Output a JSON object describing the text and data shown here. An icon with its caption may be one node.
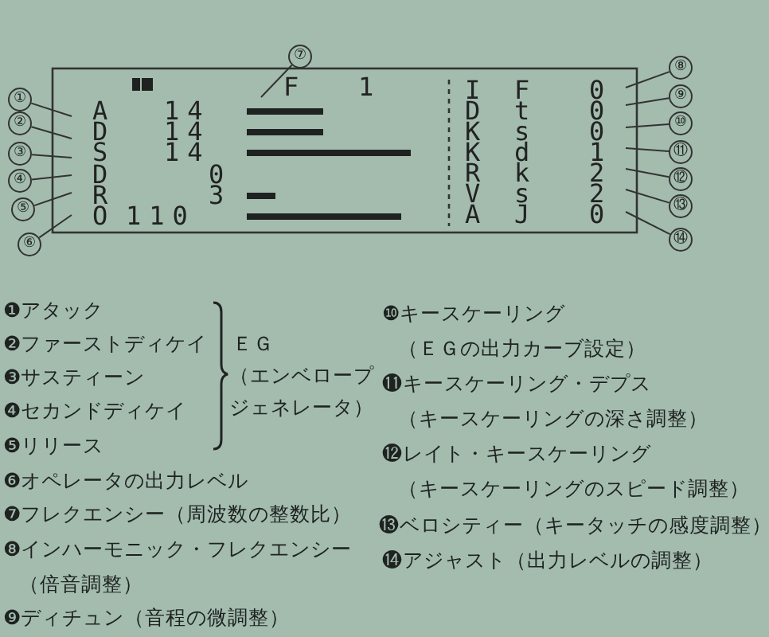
{
  "diagram": {
    "nodes": [
      {
        "text": [
          "①"
        ]
      },
      {
        "text": [
          "②"
        ]
      },
      {
        "text": [
          "③"
        ]
      },
      {
        "text": [
          "④"
        ]
      },
      {
        "text": [
          "⑤"
        ]
      },
      {
        "text": [
          "⑥"
        ]
      },
      {
        "text": [
          "⑦"
        ]
      },
      {
        "text": [
          "⑧"
        ]
      },
      {
        "text": [
          "⑨"
        ]
      },
      {
        "text": [
          "⑩"
        ]
      },
      {
        "text": [
          "⑪"
        ]
      },
      {
        "text": [
          "⑫"
        ]
      },
      {
        "text": [
          "⑬"
        ]
      },
      {
        "text": [
          "⑭"
        ]
      }
    ],
    "edges": [
      {
        "from": 0,
        "to": null,
        "arrow": "none"
      },
      {
        "from": 1,
        "to": null,
        "arrow": "none"
      },
      {
        "from": 2,
        "to": null,
        "arrow": "none"
      },
      {
        "from": 3,
        "to": null,
        "arrow": "none"
      },
      {
        "from": 4,
        "to": null,
        "arrow": "none"
      },
      {
        "from": 5,
        "to": null,
        "arrow": "none"
      },
      {
        "from": 6,
        "to": null,
        "arrow": "none"
      },
      {
        "from": 7,
        "to": null,
        "arrow": "none"
      },
      {
        "from": 8,
        "to": null,
        "arrow": "none"
      },
      {
        "from": 9,
        "to": null,
        "arrow": "none"
      },
      {
        "from": 10,
        "to": null,
        "arrow": "none"
      },
      {
        "from": 11,
        "to": null,
        "arrow": "none"
      },
      {
        "from": 12,
        "to": null,
        "arrow": "none"
      },
      {
        "from": 13,
        "to": null,
        "arrow": "none"
      }
    ],
    "labels": [
      "F",
      "1",
      "A",
      "14",
      "I",
      "F",
      "0",
      "D",
      "14",
      "D",
      "t",
      "0",
      "S",
      "14",
      "K",
      "s",
      "0",
      "D",
      "0",
      "K",
      "d",
      "1",
      "R",
      "3",
      "R",
      "k",
      "2",
      "O",
      "110",
      "V",
      "s",
      "2",
      "A",
      "J",
      "0",
      "❶アタック",
      "❷ファーストディケイ",
      "❸サスティーン",
      "❹セカンドディケイ",
      "❺リリース",
      "ＥＧ",
      "（エンベロープジェネレータ）",
      "❻オペレータの出力レベル",
      "❼フレクエンシー（周波数の整数比）",
      "❽インハーモニック・フレクエンシー（倍音調整）",
      "❾ディチュン（音程の微調整）",
      "❿キースケーリング（ＥＧの出力カーブ設定）",
      "⓫キースケーリング・デプス（キースケーリングの深さ調整）",
      "⓬レイト・キースケーリング（キースケーリングのスピード調整）",
      "⓭ベロシティー（キータッチの感度調整）",
      "⓮アジャスト（出力レベルの調整）"
    ]
  }
}
